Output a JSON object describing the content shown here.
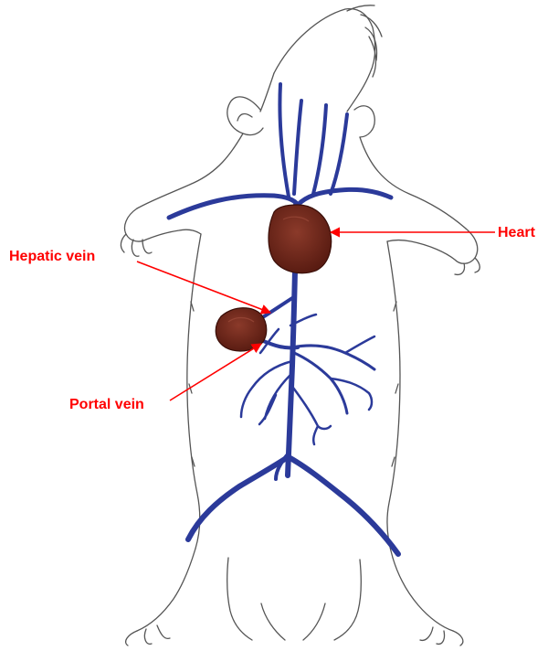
{
  "labels": {
    "heart": "Heart",
    "hepatic_vein": "Hepatic vein",
    "portal_vein": "Portal vein"
  },
  "colors": {
    "label": "#ff0000",
    "vessel": "#2b3a9a",
    "vessel_dark": "#101a4a",
    "organ": "#6e2418",
    "organ_highlight": "#8b3a2a",
    "outline": "#555555"
  }
}
